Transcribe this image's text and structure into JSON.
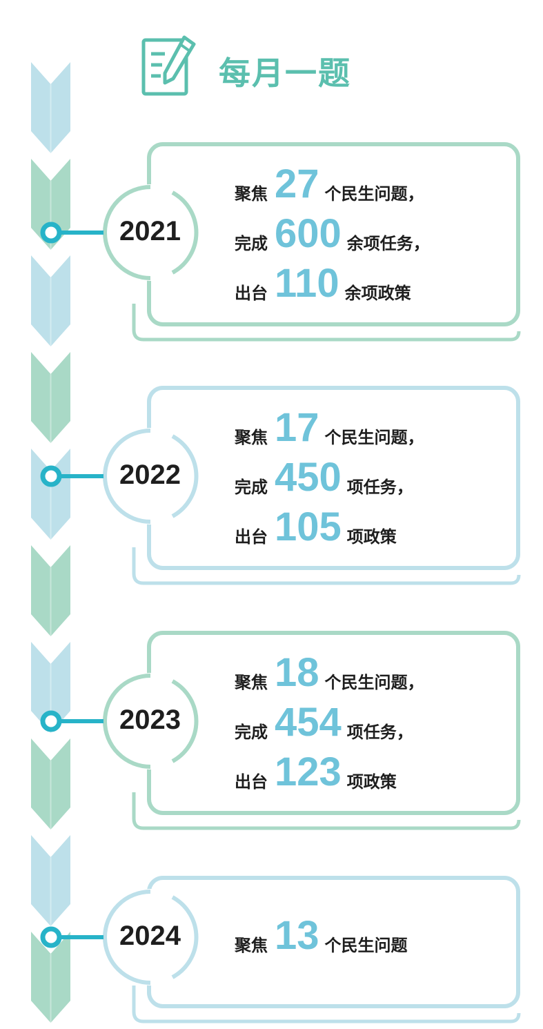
{
  "header": {
    "title": "每月一题",
    "icon": "edit-note-icon"
  },
  "colors": {
    "green": "#a9d9c6",
    "blue": "#bde0ea",
    "teal_title": "#5bbfae",
    "number": "#6fc3da",
    "dot": "#27b3c8"
  },
  "years": [
    {
      "year": "2021",
      "theme": "green",
      "lines": [
        {
          "pre": "聚焦",
          "num": "27",
          "post": "个民生问题，"
        },
        {
          "pre": "完成",
          "num": "600",
          "post": "余项任务，"
        },
        {
          "pre": "出台",
          "num": "110",
          "post": "余项政策"
        }
      ]
    },
    {
      "year": "2022",
      "theme": "blue",
      "lines": [
        {
          "pre": "聚焦",
          "num": "17",
          "post": "个民生问题，"
        },
        {
          "pre": "完成",
          "num": "450",
          "post": "项任务，"
        },
        {
          "pre": "出台",
          "num": "105",
          "post": "项政策"
        }
      ]
    },
    {
      "year": "2023",
      "theme": "green",
      "lines": [
        {
          "pre": "聚焦",
          "num": "18",
          "post": "个民生问题，"
        },
        {
          "pre": "完成",
          "num": "454",
          "post": "项任务，"
        },
        {
          "pre": "出台",
          "num": "123",
          "post": "项政策"
        }
      ]
    },
    {
      "year": "2024",
      "theme": "blue",
      "lines": [
        {
          "pre": "聚焦",
          "num": "13",
          "post": "个民生问题"
        }
      ]
    }
  ]
}
